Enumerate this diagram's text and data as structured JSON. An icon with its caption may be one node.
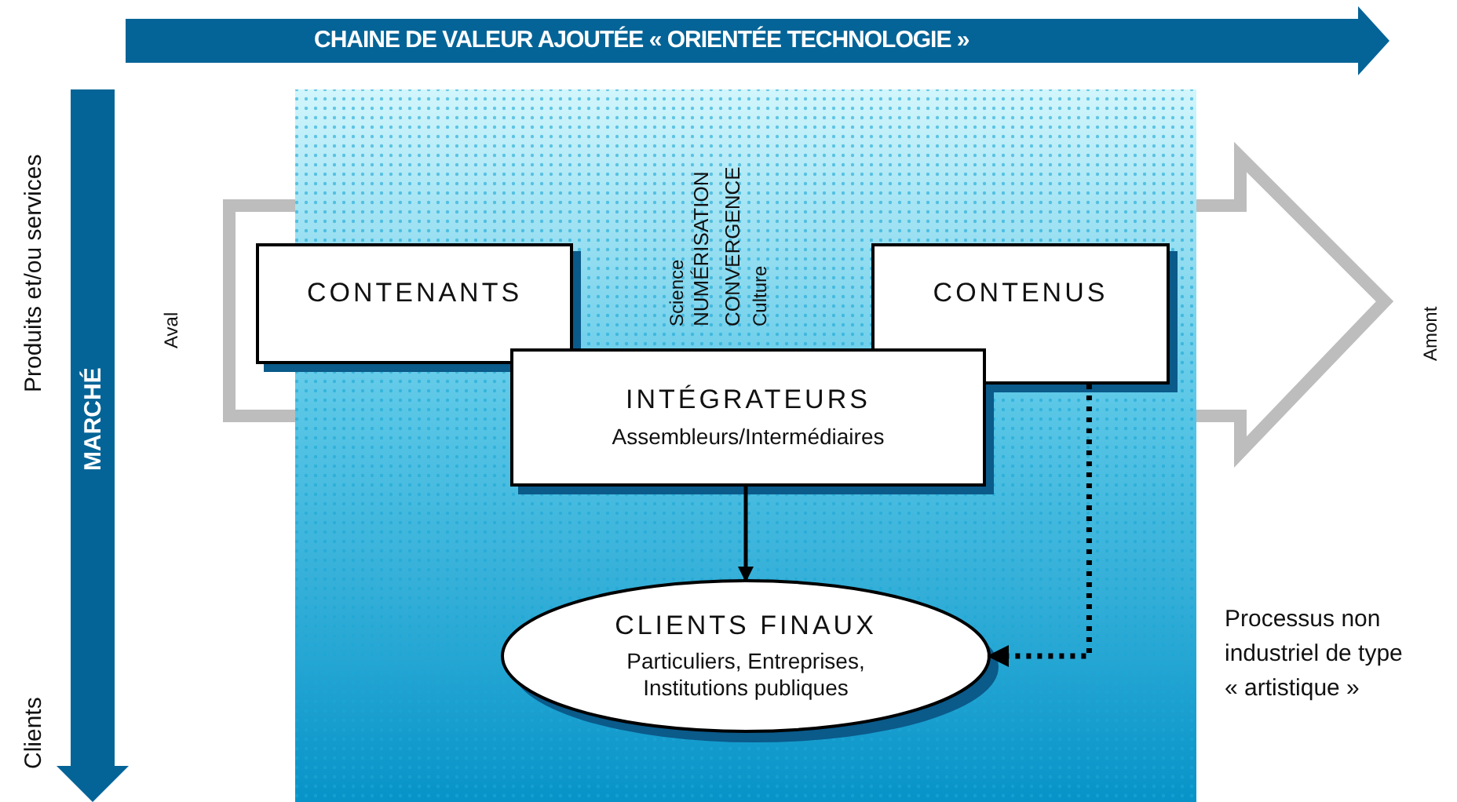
{
  "diagram": {
    "title": "CHAINE DE VALEUR AJOUTÉE « ORIENTÉE TECHNOLOGIE »",
    "nodes": [
      {
        "text": [
          "CONTENANTS"
        ]
      },
      {
        "text": [
          "CONTENUS"
        ]
      },
      {
        "text": [
          "INTÉGRATEURS",
          "Assembleurs/Intermédiaires"
        ]
      },
      {
        "text": [
          "CLIENTS FINAUX",
          "Particuliers, Entreprises, Institutions publiques"
        ]
      }
    ],
    "edges": [
      {
        "from": 2,
        "to": 3,
        "arrow": "to"
      },
      {
        "from": 1,
        "to": 3,
        "arrow": "to",
        "style": "dashed"
      }
    ],
    "labels": [
      "Produits et/ou services",
      "MARCHÉ",
      "Clients",
      "Aval",
      "Science",
      "NUMÉRISATION",
      "CONVERGENCE",
      "Culture",
      "Amont",
      "Processus non industriel de type « artistique »"
    ]
  }
}
